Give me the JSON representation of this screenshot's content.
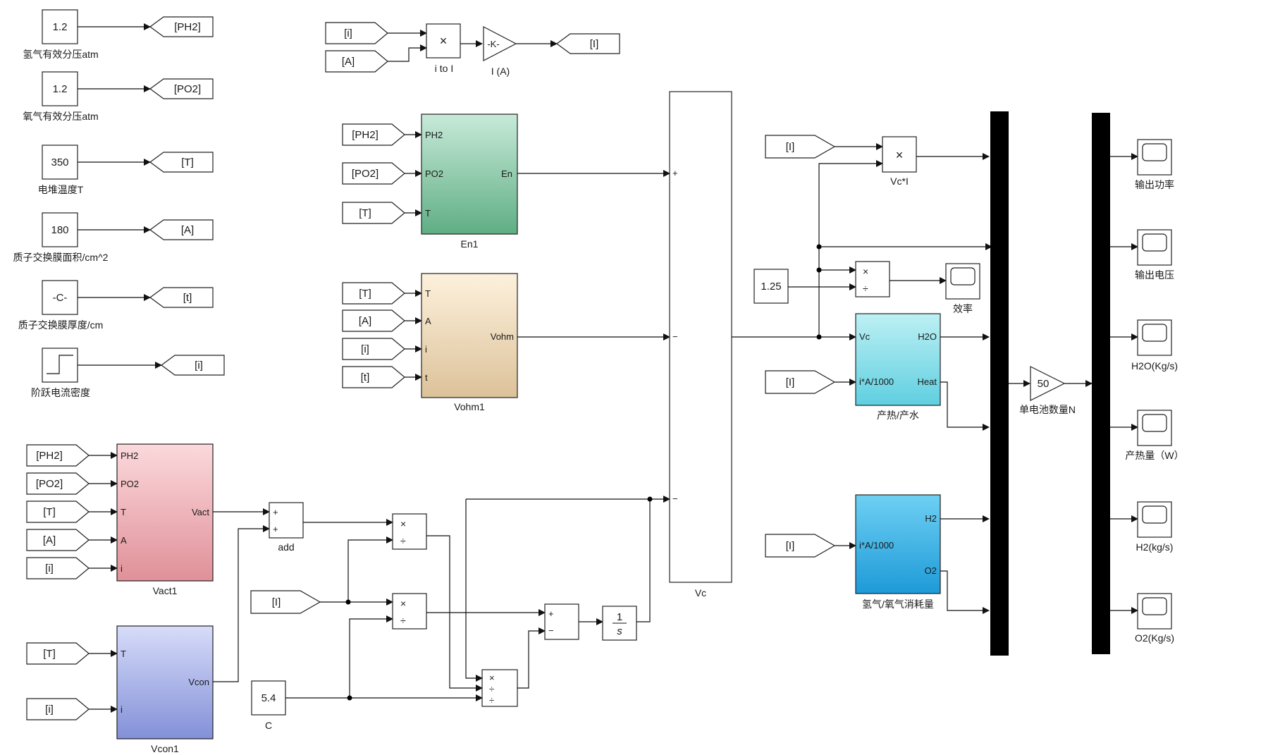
{
  "sources": [
    {
      "value": "1.2",
      "label": "氢气有效分压atm",
      "goto": "[PH2]"
    },
    {
      "value": "1.2",
      "label": "氧气有效分压atm",
      "goto": "[PO2]"
    },
    {
      "value": "350",
      "label": "电堆温度T",
      "goto": "[T]"
    },
    {
      "value": "180",
      "label": "质子交换膜面积/cm^2",
      "goto": "[A]"
    },
    {
      "value": "-C-",
      "label": "质子交换膜厚度/cm",
      "goto": "[t]"
    },
    {
      "value": "",
      "label": "阶跃电流密度",
      "goto": "[i]"
    }
  ],
  "itoI": {
    "in1": "[i]",
    "in2": "[A]",
    "label": "i to I",
    "gain": "-K-",
    "gain_label": "I (A)",
    "goto": "[I]",
    "op": "×"
  },
  "en1": {
    "inputs": [
      "[PH2]",
      "[PO2]",
      "[T]"
    ],
    "ports": [
      "PH2",
      "PO2",
      "T"
    ],
    "out": "En",
    "label": "En1",
    "color": "#5fb88b"
  },
  "vohm1": {
    "inputs": [
      "[T]",
      "[A]",
      "[i]",
      "[t]"
    ],
    "ports": [
      "T",
      "A",
      "i",
      "t"
    ],
    "out": "Vohm",
    "label": "Vohm1"
  },
  "vact1": {
    "inputs": [
      "[PH2]",
      "[PO2]",
      "[T]",
      "[A]",
      "[i]"
    ],
    "ports": [
      "PH2",
      "PO2",
      "T",
      "A",
      "i"
    ],
    "out": "Vact",
    "label": "Vact1"
  },
  "vcon1": {
    "inputs": [
      "[T]",
      "[i]"
    ],
    "ports": [
      "T",
      "i"
    ],
    "out": "Vcon",
    "label": "Vcon1"
  },
  "add": {
    "label": "add",
    "s1": "+",
    "s2": "+"
  },
  "conc": {
    "from_I": "[I]",
    "c_value": "5.4",
    "c_label": "C",
    "int_num": "1",
    "int_den": "s",
    "sum_s1": "+",
    "sum_s2": "−",
    "mul": "×",
    "div": "÷"
  },
  "vc": {
    "label": "Vc",
    "s1": "+",
    "s2": "−",
    "s3": "−"
  },
  "right": {
    "from_I_1": "[I]",
    "vcI_label": "Vc*I",
    "mul": "×",
    "div": "÷",
    "const": "1.25",
    "eff_label": "效率",
    "heat_block": {
      "label": "产热/产水",
      "in1": "Vc",
      "in2": "i*A/1000",
      "out1": "H2O",
      "out2": "Heat"
    },
    "from_I_2": "[I]",
    "gas_block": {
      "label": "氢气/氧气消耗量",
      "in1": "i*A/1000",
      "out1": "H2",
      "out2": "O2"
    },
    "from_I_3": "[I]",
    "gain": "50",
    "gain_label": "单电池数量N"
  },
  "scopes": [
    "输出功率",
    "输出电压",
    "H2O(Kg/s)",
    "产热量（W）",
    "H2(kg/s)",
    "O2(Kg/s)"
  ]
}
